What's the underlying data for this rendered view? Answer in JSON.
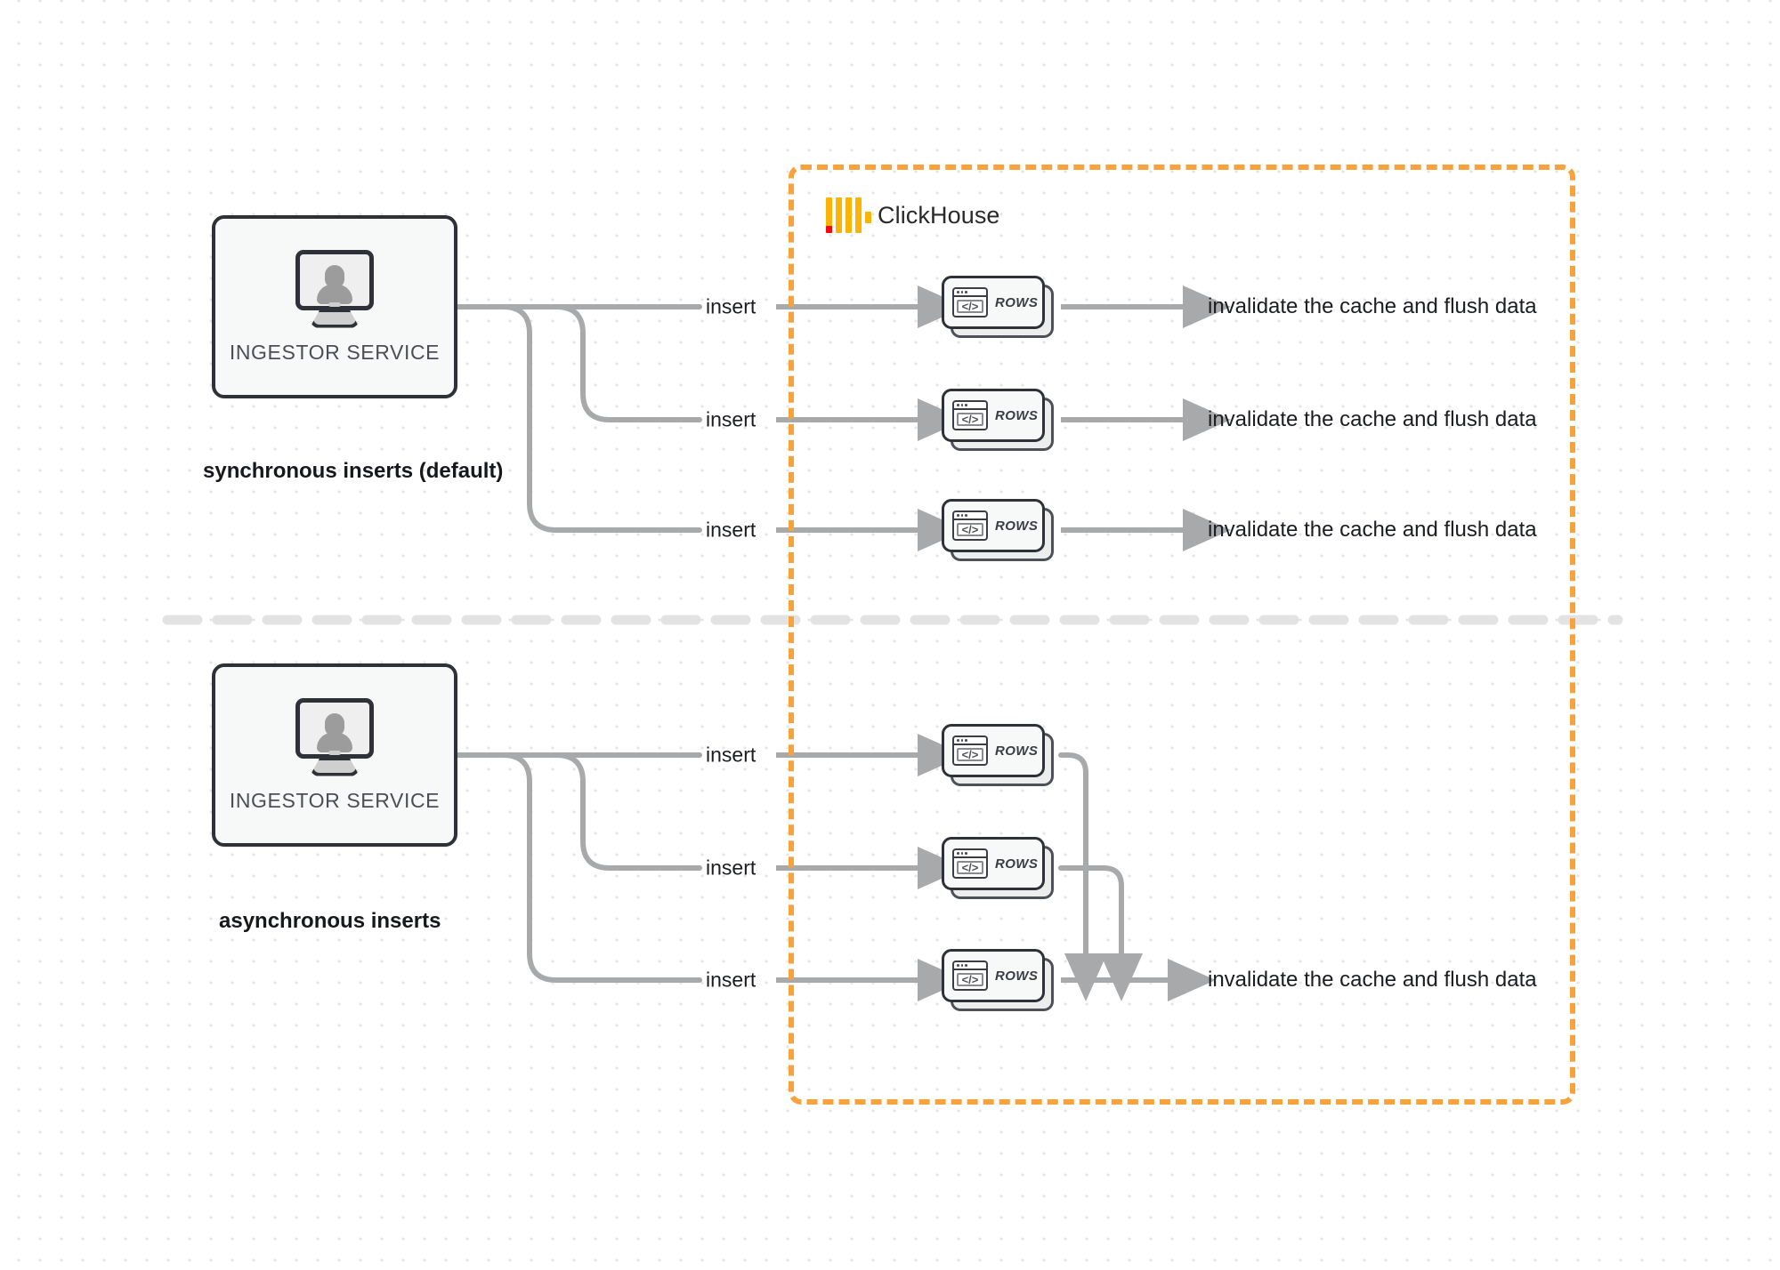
{
  "diagram": {
    "title": "ClickHouse synchronous vs asynchronous inserts",
    "background": "#ffffff",
    "accent_orange": "#f8a23b",
    "logo_yellow": "#fcb404",
    "logo_red": "#ef0b0b",
    "edge_gray": "#a7a9ab",
    "node_border": "#2e3238"
  },
  "clickhouse_group": {
    "brand_label": "ClickHouse",
    "logo_icon": "clickhouse-logo-icon",
    "border_style": "dashed",
    "border_color": "#f8a23b"
  },
  "sections": [
    {
      "id": "synchronous",
      "caption": "synchronous inserts (default)",
      "source": {
        "label": "INGESTOR SERVICE",
        "icon": "monitor-user-icon"
      },
      "rows": [
        {
          "edge_label": "insert",
          "node_label": "ROWS",
          "node_icon": "code-window-icon",
          "sink_label": "invalidate the cache and flush data"
        },
        {
          "edge_label": "insert",
          "node_label": "ROWS",
          "node_icon": "code-window-icon",
          "sink_label": "invalidate the cache and flush data"
        },
        {
          "edge_label": "insert",
          "node_label": "ROWS",
          "node_icon": "code-window-icon",
          "sink_label": "invalidate the cache and flush data"
        }
      ]
    },
    {
      "id": "asynchronous",
      "caption": "asynchronous inserts",
      "source": {
        "label": "INGESTOR SERVICE",
        "icon": "monitor-user-icon"
      },
      "rows": [
        {
          "edge_label": "insert",
          "node_label": "ROWS",
          "node_icon": "code-window-icon",
          "sink_label": ""
        },
        {
          "edge_label": "insert",
          "node_label": "ROWS",
          "node_icon": "code-window-icon",
          "sink_label": ""
        },
        {
          "edge_label": "insert",
          "node_label": "ROWS",
          "node_icon": "code-window-icon",
          "sink_label": "invalidate the cache and flush data"
        }
      ]
    }
  ],
  "icons": {
    "code_glyph": "</>"
  }
}
